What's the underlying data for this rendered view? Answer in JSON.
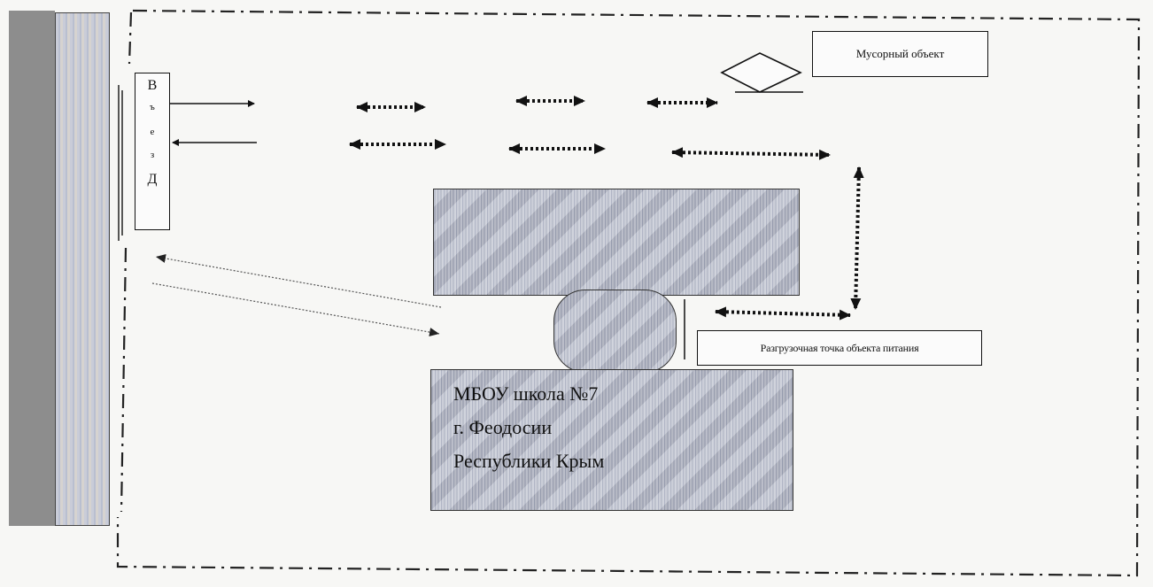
{
  "diagram": {
    "entry_label_letters": [
      "В",
      "ъ",
      "е",
      "з",
      "Д"
    ],
    "trash_object_label": "Мусорный объект",
    "unloading_point_label": "Разгрузочная точка объекта питания",
    "school_lines": [
      "МБОУ школа №7",
      "г. Феодосии",
      "Республики Крым"
    ],
    "colors": {
      "building_fill": "#b4b9c8",
      "road_dark": "#8d8d8d",
      "line": "#111111"
    }
  }
}
